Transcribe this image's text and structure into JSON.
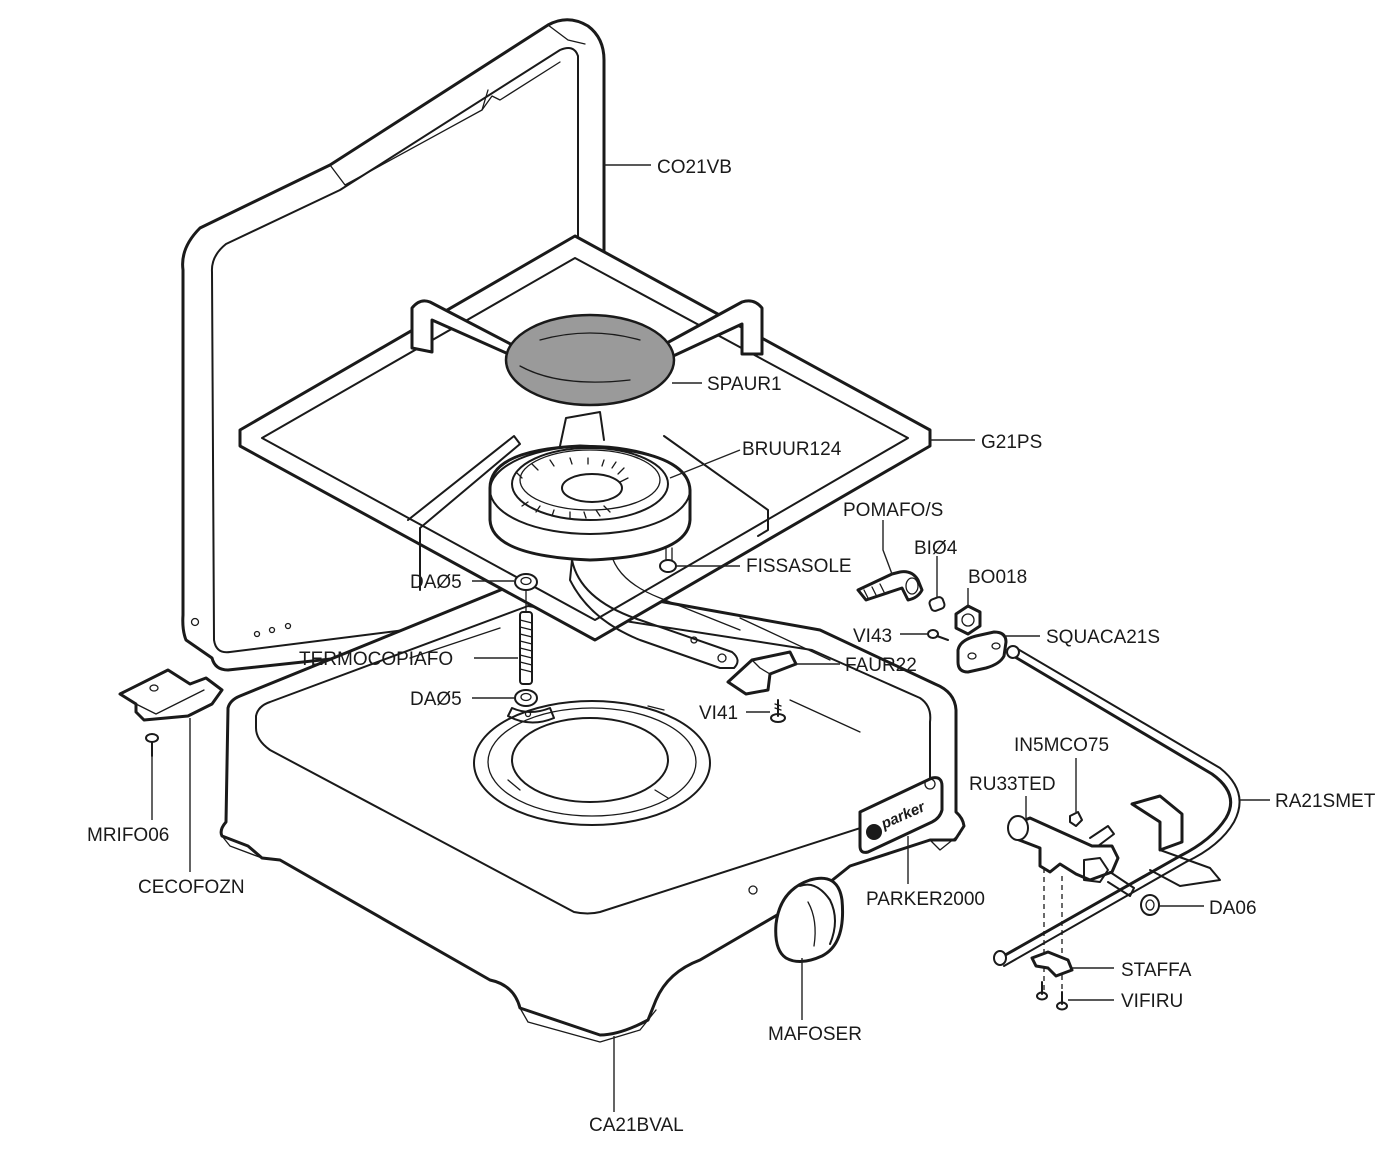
{
  "diagram": {
    "brand_logo_text": "parker",
    "colors": {
      "line": "#1a1a1a",
      "spreader_disc": "#9a9a9a",
      "background": "#ffffff"
    },
    "labels": {
      "co21vb": "CO21VB",
      "spaur1": "SPAUR1",
      "g21ps": "G21PS",
      "bruur124": "BRUUR124",
      "pomafos": "POMAFO/S",
      "bio4": "BIØ4",
      "bo018": "BO018",
      "fissasole": "FISSASOLE",
      "da5_top": "DAØ5",
      "vi43": "VI43",
      "squaca21s": "SQUACA21S",
      "termocopiafo": "TERMOCOPIAFO",
      "faur22": "FAUR22",
      "da5_bottom": "DAØ5",
      "vi41": "VI41",
      "in5mco75": "IN5MCO75",
      "ru33ted": "RU33TED",
      "ra21smet": "RA21SMET",
      "mrifo06": "MRIFO06",
      "cecofozn": "CECOFOZN",
      "parker2000": "PARKER2000",
      "da06": "DA06",
      "staffa": "STAFFA",
      "vifiru": "VIFIRU",
      "mafoser": "MAFOSER",
      "ca21bval": "CA21BVAL"
    }
  }
}
